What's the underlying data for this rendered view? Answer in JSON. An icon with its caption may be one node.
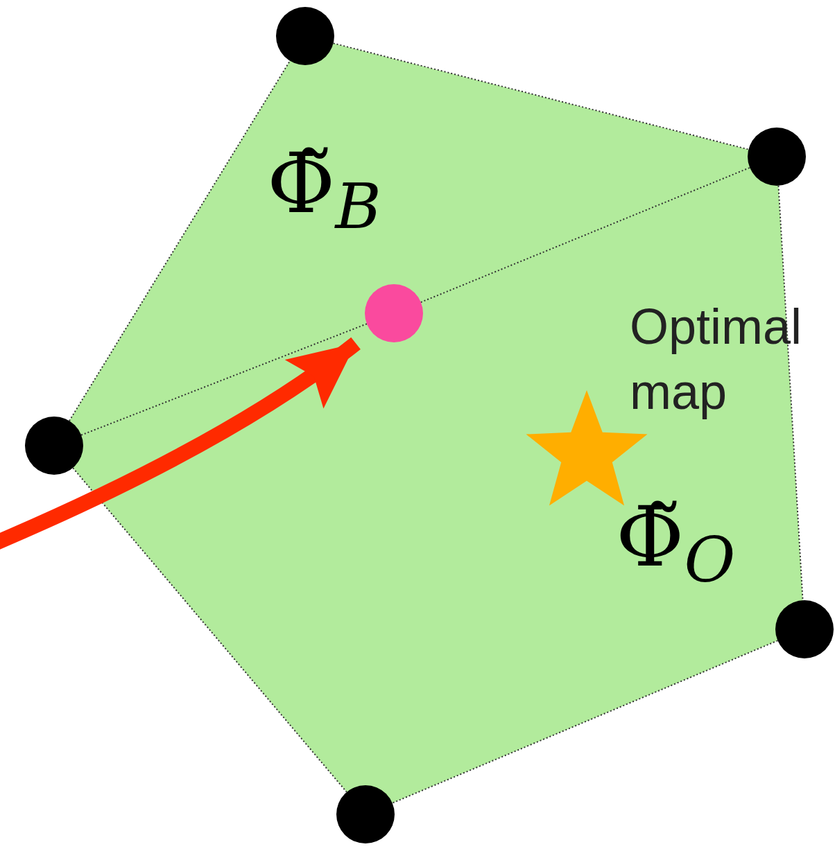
{
  "diagram": {
    "nodes": [
      {
        "text": [],
        "shape": "circle"
      },
      {
        "text": [],
        "shape": "circle"
      },
      {
        "text": [],
        "shape": "circle",
        "beside": [
          "Φ̃$_{B}$"
        ]
      },
      {
        "text": [],
        "shape": "circle"
      },
      {
        "text": [],
        "shape": "star",
        "beside": [
          "Φ̃$_{O}$",
          "Optimal map"
        ]
      },
      {
        "text": [],
        "shape": "circle"
      },
      {
        "text": [],
        "shape": "circle"
      }
    ],
    "edges": [
      {
        "from": 0,
        "to": 1,
        "arrow": "none",
        "style": "dashed"
      },
      {
        "from": 3,
        "to": 2,
        "arrow": "none",
        "style": "dashed"
      },
      {
        "from": 2,
        "to": 1,
        "arrow": "none",
        "style": "dashed"
      },
      {
        "from": 1,
        "to": 5,
        "arrow": "none",
        "style": "dashed"
      },
      {
        "from": 5,
        "to": 6,
        "arrow": "none",
        "style": "dashed"
      },
      {
        "from": 6,
        "to": 3,
        "arrow": "none",
        "style": "dashed"
      },
      {
        "from": 3,
        "to": 0,
        "arrow": "none",
        "style": "dashed"
      },
      {
        "from": null,
        "to": 2,
        "arrow": "to",
        "style": "thick",
        "color": "#ff2a00"
      }
    ]
  }
}
